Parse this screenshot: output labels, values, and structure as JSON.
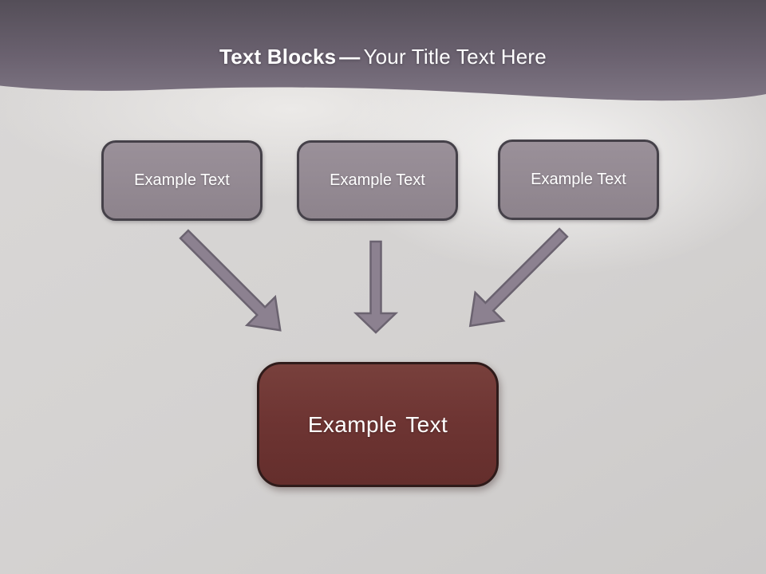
{
  "slide": {
    "header": {
      "title_bold": "Text Blocks",
      "title_separator": "—",
      "title_regular": "Your Title Text Here"
    },
    "diagram": {
      "source_blocks": [
        {
          "label": "Example Text"
        },
        {
          "label": "Example Text"
        },
        {
          "label": "Example Text"
        }
      ],
      "arrows": [
        {
          "icon": "arrow-down-right-icon"
        },
        {
          "icon": "arrow-down-icon"
        },
        {
          "icon": "arrow-down-left-icon"
        }
      ],
      "target_block": {
        "label": "Example Text"
      }
    },
    "colors": {
      "header_gradient_top": "#544e58",
      "header_gradient_bottom": "#7e7583",
      "background": "#d5d3d2",
      "block_fill": "#948a93",
      "block_border": "#454149",
      "arrow_fill": "#8c8190",
      "arrow_outline": "#6b6370",
      "target_fill": "#6e3533",
      "target_border": "#2f1b1a",
      "text": "#ffffff"
    }
  }
}
